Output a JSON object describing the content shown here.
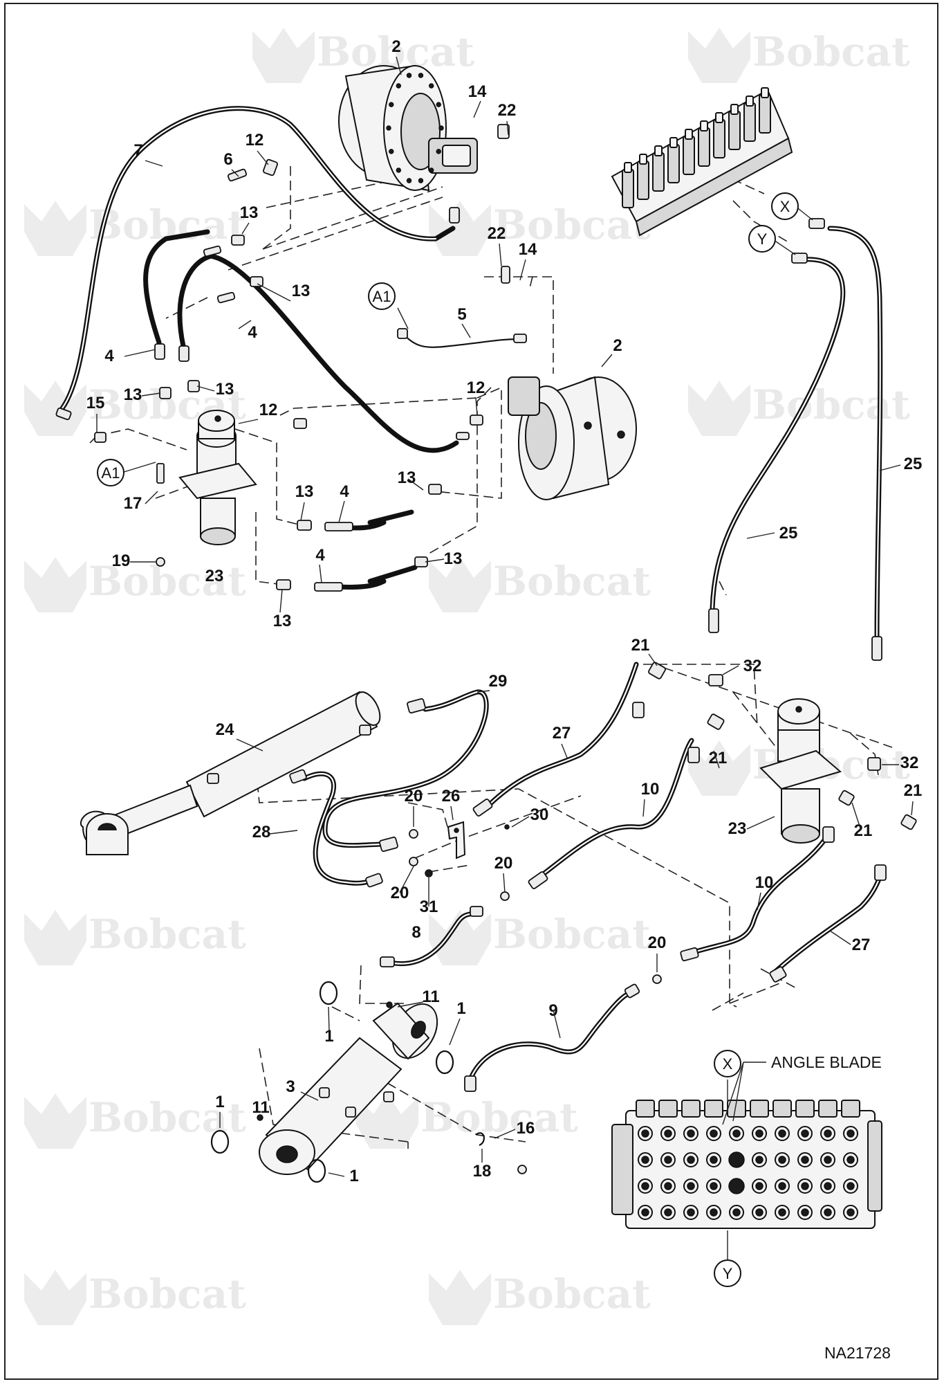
{
  "figure_id": "NA21728",
  "watermark_text": "Bobcat",
  "callouts": [
    "1",
    "2",
    "3",
    "4",
    "5",
    "6",
    "7",
    "8",
    "9",
    "10",
    "11",
    "12",
    "13",
    "14",
    "15",
    "16",
    "17",
    "18",
    "19",
    "20",
    "21",
    "22",
    "23",
    "24",
    "25",
    "26",
    "27",
    "28",
    "29",
    "30",
    "31",
    "32"
  ],
  "connection_markers": [
    "A1",
    "X",
    "Y"
  ],
  "inset": {
    "label": "ANGLE BLADE",
    "markers": [
      "X",
      "Y"
    ]
  }
}
